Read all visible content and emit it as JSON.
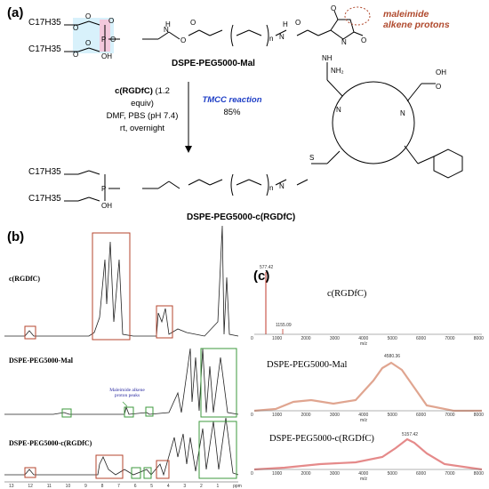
{
  "panel_a": {
    "label": "(a)",
    "lipid_chain": "C17H35",
    "maleimide_note_line1": "maleimide",
    "maleimide_note_line2": "alkene protons",
    "compound1": "DSPE-PEG5000-Mal",
    "reagent": "c(RGDfC)",
    "reagent_equiv": "(1.2 equiv)",
    "solvent": "DMF, PBS (pH 7.4)",
    "conditions": "rt, overnight",
    "reaction_name": "TMCC reaction",
    "yield": "85%",
    "compound2": "DSPE-PEG5000-c(RGDfC)"
  },
  "panel_b": {
    "label": "(b)",
    "traces": [
      {
        "label": "c(RGDfC)"
      },
      {
        "label": "DSPE-PEG5000-Mal"
      },
      {
        "label": "DSPE-PEG5000-c(RGDfC)"
      }
    ],
    "annotation_line1": "Maleimide alkene",
    "annotation_line2": "proton peaks",
    "axis_ticks": [
      "13",
      "12",
      "11",
      "10",
      "9",
      "8",
      "7",
      "6",
      "5",
      "4",
      "3",
      "2",
      "1",
      "ppm"
    ],
    "colors": {
      "box_red": "#b5442e",
      "box_green": "#3c9a3c"
    }
  },
  "panel_c": {
    "label": "(c)",
    "spectra": [
      {
        "label": "c(RGDfC)",
        "peaks": [
          "577.42",
          "1155.09"
        ]
      },
      {
        "label": "DSPE-PEG5000-Mal",
        "peaks": [
          "4580.36"
        ]
      },
      {
        "label": "DSPE-PEG5000-c(RGDfC)",
        "peaks": [
          "5157.42"
        ]
      }
    ],
    "axis_ticks": [
      "0",
      "1000",
      "2000",
      "3000",
      "4000",
      "5000",
      "6000",
      "7000",
      "8000"
    ],
    "axis_unit": "m/z"
  }
}
